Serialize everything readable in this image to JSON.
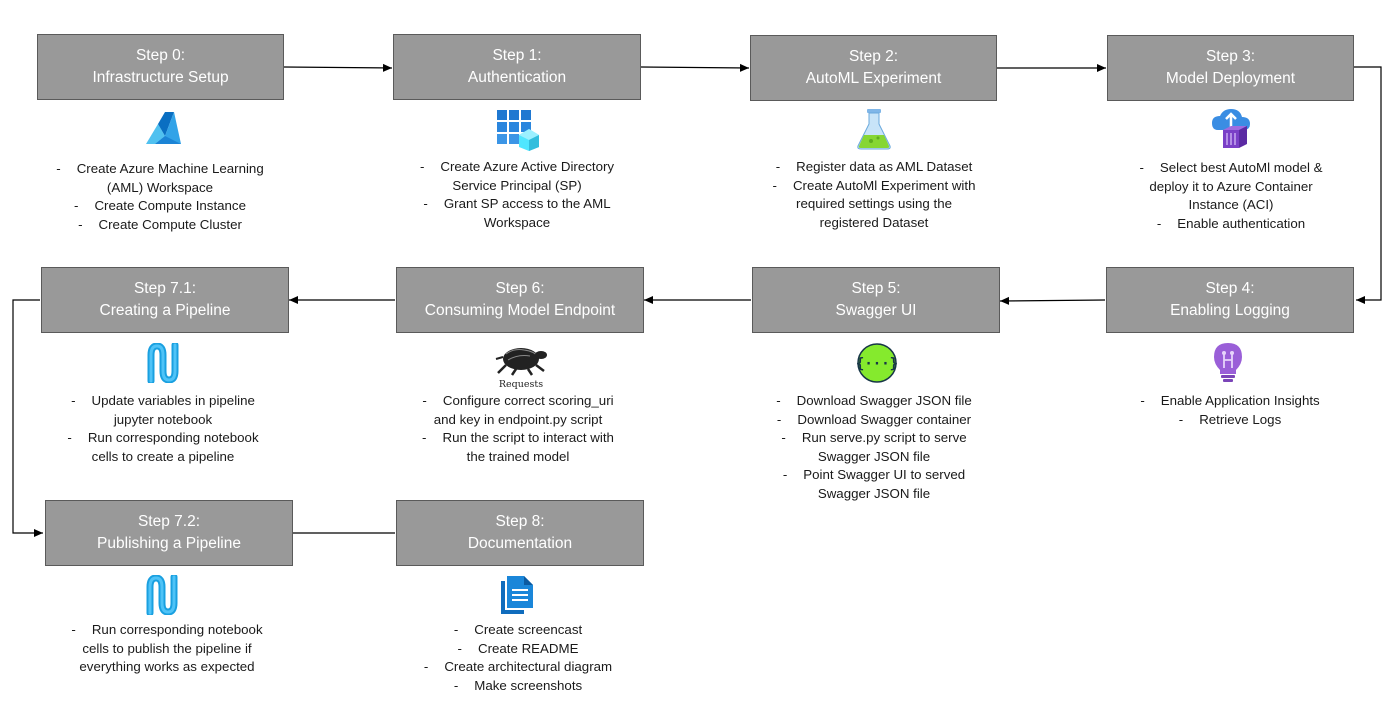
{
  "steps": [
    {
      "id": "s0",
      "title": "Step 0:",
      "subtitle": "Infrastructure Setup",
      "icon": "azure-ml-icon",
      "tasks": [
        [
          "Create Azure Machine Learning",
          "(AML) Workspace"
        ],
        [
          "Create Compute Instance"
        ],
        [
          "Create Compute Cluster"
        ]
      ]
    },
    {
      "id": "s1",
      "title": "Step 1:",
      "subtitle": "Authentication",
      "icon": "azure-ad-icon",
      "tasks": [
        [
          "Create Azure Active Directory",
          "Service Principal (SP)"
        ],
        [
          "Grant SP access to the AML",
          "Workspace"
        ]
      ]
    },
    {
      "id": "s2",
      "title": "Step 2:",
      "subtitle": "AutoML Experiment",
      "icon": "flask-icon",
      "tasks": [
        [
          "Register data as AML Dataset"
        ],
        [
          "Create AutoMl Experiment with",
          "required settings using the",
          "registered Dataset"
        ]
      ]
    },
    {
      "id": "s3",
      "title": "Step 3:",
      "subtitle": "Model Deployment",
      "icon": "container-instance-icon",
      "tasks": [
        [
          "Select best AutoMl model &",
          "deploy it to Azure Container",
          "Instance (ACI)"
        ],
        [
          "Enable authentication"
        ]
      ]
    },
    {
      "id": "s4",
      "title": "Step 4:",
      "subtitle": "Enabling Logging",
      "icon": "app-insights-icon",
      "tasks": [
        [
          "Enable Application Insights"
        ],
        [
          "Retrieve Logs"
        ]
      ]
    },
    {
      "id": "s5",
      "title": "Step 5:",
      "subtitle": "Swagger UI",
      "icon": "swagger-icon",
      "tasks": [
        [
          "Download Swagger JSON file"
        ],
        [
          "Download Swagger container"
        ],
        [
          "Run serve.py script to serve",
          "Swagger JSON file"
        ],
        [
          "Point Swagger UI to served",
          "Swagger JSON file"
        ]
      ]
    },
    {
      "id": "s6",
      "title": "Step 6:",
      "subtitle": "Consuming Model Endpoint",
      "icon": "requests-icon",
      "icon_label": "Requests",
      "tasks": [
        [
          "Configure correct scoring_uri",
          "and key in endpoint.py script"
        ],
        [
          "Run the script to interact with",
          "the trained model"
        ]
      ]
    },
    {
      "id": "s71",
      "title": "Step 7.1:",
      "subtitle": "Creating a Pipeline",
      "icon": "pipeline-icon",
      "tasks": [
        [
          "Update variables in pipeline",
          "jupyter notebook"
        ],
        [
          "Run corresponding notebook",
          "cells to create a pipeline"
        ]
      ]
    },
    {
      "id": "s72",
      "title": "Step 7.2:",
      "subtitle": "Publishing a Pipeline",
      "icon": "pipeline-icon",
      "tasks": [
        [
          "Run corresponding notebook",
          "cells to publish the pipeline if",
          "everything works as expected"
        ]
      ]
    },
    {
      "id": "s8",
      "title": "Step 8:",
      "subtitle": "Documentation",
      "icon": "document-icon",
      "tasks": [
        [
          "Create screencast"
        ],
        [
          "Create README"
        ],
        [
          "Create architectural diagram"
        ],
        [
          "Make screenshots"
        ]
      ]
    }
  ],
  "colors": {
    "box_fill": "#999999",
    "box_border": "#5a5a5a",
    "box_text": "#ffffff",
    "connector": "#000000",
    "azure_blue": "#0078d4"
  }
}
